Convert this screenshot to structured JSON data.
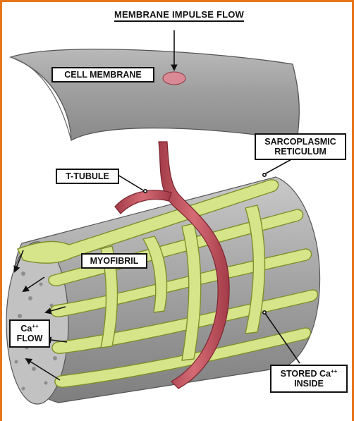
{
  "title": "MEMBRANE IMPULSE FLOW",
  "labels": {
    "cell_membrane": "CELL MEMBRANE",
    "t_tubule": "T-TUBULE",
    "sarcoplasmic_line1": "SARCOPLASMIC",
    "sarcoplasmic_line2": "RETICULUM",
    "myofibril": "MYOFIBRIL",
    "ca_flow_base": "Ca",
    "ca_flow_sup": "++",
    "ca_flow_line2": "FLOW",
    "stored_base": "STORED Ca",
    "stored_sup": "++",
    "stored_line2": "INSIDE"
  },
  "colors": {
    "frame": "#e8751a",
    "membrane": "#9a9a9a",
    "myofibril": "#a9a9a9",
    "sarcoplasmic_reticulum": "#d6e58a",
    "t_tubule": "#c24f5a"
  }
}
